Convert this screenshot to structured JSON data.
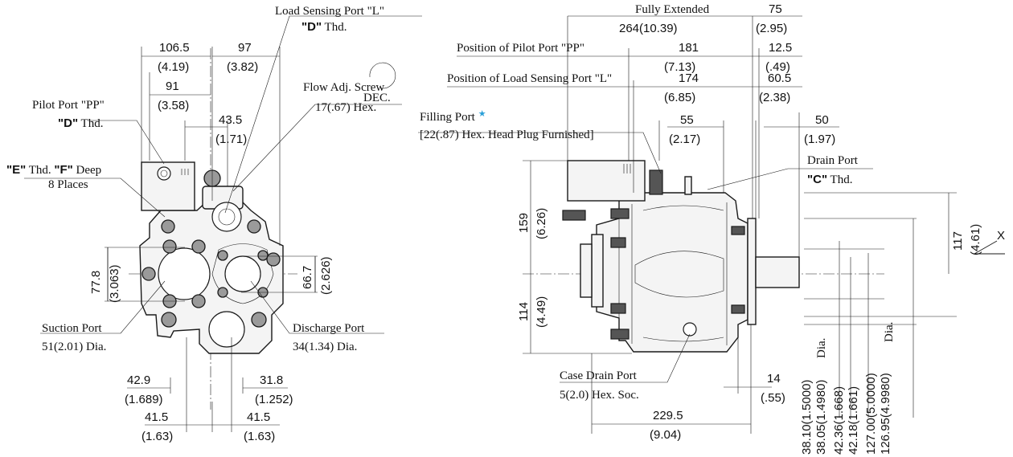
{
  "front_view": {
    "callouts": {
      "load_sensing_port": "Load Sensing Port \"L\"",
      "load_sensing_thread_code": "\"D\"",
      "load_sensing_thread_suffix": " Thd.",
      "rotation": "DEC.",
      "flow_adj_screw": "Flow Adj. Screw",
      "flow_adj_hex": "17(.67) Hex.",
      "pilot_port": "Pilot Port \"PP\"",
      "pilot_thread_code": "\"D\"",
      "pilot_thread_suffix": " Thd.",
      "bolt_thread_code_e": "\"E\"",
      "bolt_thread_mid": " Thd. ",
      "bolt_thread_code_f": "\"F\"",
      "bolt_thread_suffix": " Deep",
      "bolt_places": "8 Places",
      "suction_port": "Suction Port",
      "suction_dia": "51(2.01) Dia.",
      "discharge_port": "Discharge Port",
      "discharge_dia": "34(1.34) Dia."
    },
    "dims": {
      "d106": "106.5",
      "d106_in": "(4.19)",
      "d97": "97",
      "d97_in": "(3.82)",
      "d91": "91",
      "d91_in": "(3.58)",
      "d43": "43.5",
      "d43_in": "(1.71)",
      "d77": "77.8",
      "d77_in": "(3.063)",
      "d66": "66.7",
      "d66_in": "(2.626)",
      "d42": "42.9",
      "d42_in": "(1.689)",
      "d31": "31.8",
      "d31_in": "(1.252)",
      "d41a": "41.5",
      "d41a_in": "(1.63)",
      "d41b": "41.5",
      "d41b_in": "(1.63)"
    }
  },
  "side_view": {
    "callouts": {
      "fully_extended": "Fully Extended",
      "pilot_position": "Position of Pilot Port \"PP\"",
      "ls_position": "Position of Load Sensing Port \"L\"",
      "filling_port": "Filling Port",
      "filling_star": "★",
      "hex_plug": "[22(.87) Hex. Head Plug Furnished]",
      "drain_port": "Drain Port",
      "drain_thread_code": "\"C\"",
      "drain_thread_suffix": " Thd.",
      "case_drain_port": "Case Drain Port",
      "case_drain_hex": "5(2.0) Hex. Soc.",
      "view_arrow": "X"
    },
    "dims": {
      "d264": "264(10.39)",
      "d75": "75",
      "d75_in": "(2.95)",
      "d181": "181",
      "d181_in": "(7.13)",
      "d12": "12.5",
      "d12_in": "(.49)",
      "d174": "174",
      "d174_in": "(6.85)",
      "d60": "60.5",
      "d60_in": "(2.38)",
      "d55": "55",
      "d55_in": "(2.17)",
      "d50": "50",
      "d50_in": "(1.97)",
      "d159": "159",
      "d159_in": "(6.26)",
      "d114": "114",
      "d114_in": "(4.49)",
      "d117": "117",
      "d117_in": "(4.61)",
      "d14": "14",
      "d14_in": "(.55)",
      "d229": "229.5",
      "d229_in": "(9.04)",
      "dia_shaft_max": "38.10(1.5000)",
      "dia_shaft_min": "38.05(1.4980)",
      "dia_shaft_suffix": "Dia.",
      "dim_key_max": "42.36(1.668)",
      "dim_key_min": "42.18(1.661)",
      "dia_pilot_max": "127.00(5.0000)",
      "dia_pilot_min": "126.95(4.9980)",
      "dia_pilot_suffix": "Dia."
    }
  },
  "colors": {
    "line": "#1a1a1a",
    "star": "#2a9fd8",
    "fill": "#f4f4f4"
  }
}
